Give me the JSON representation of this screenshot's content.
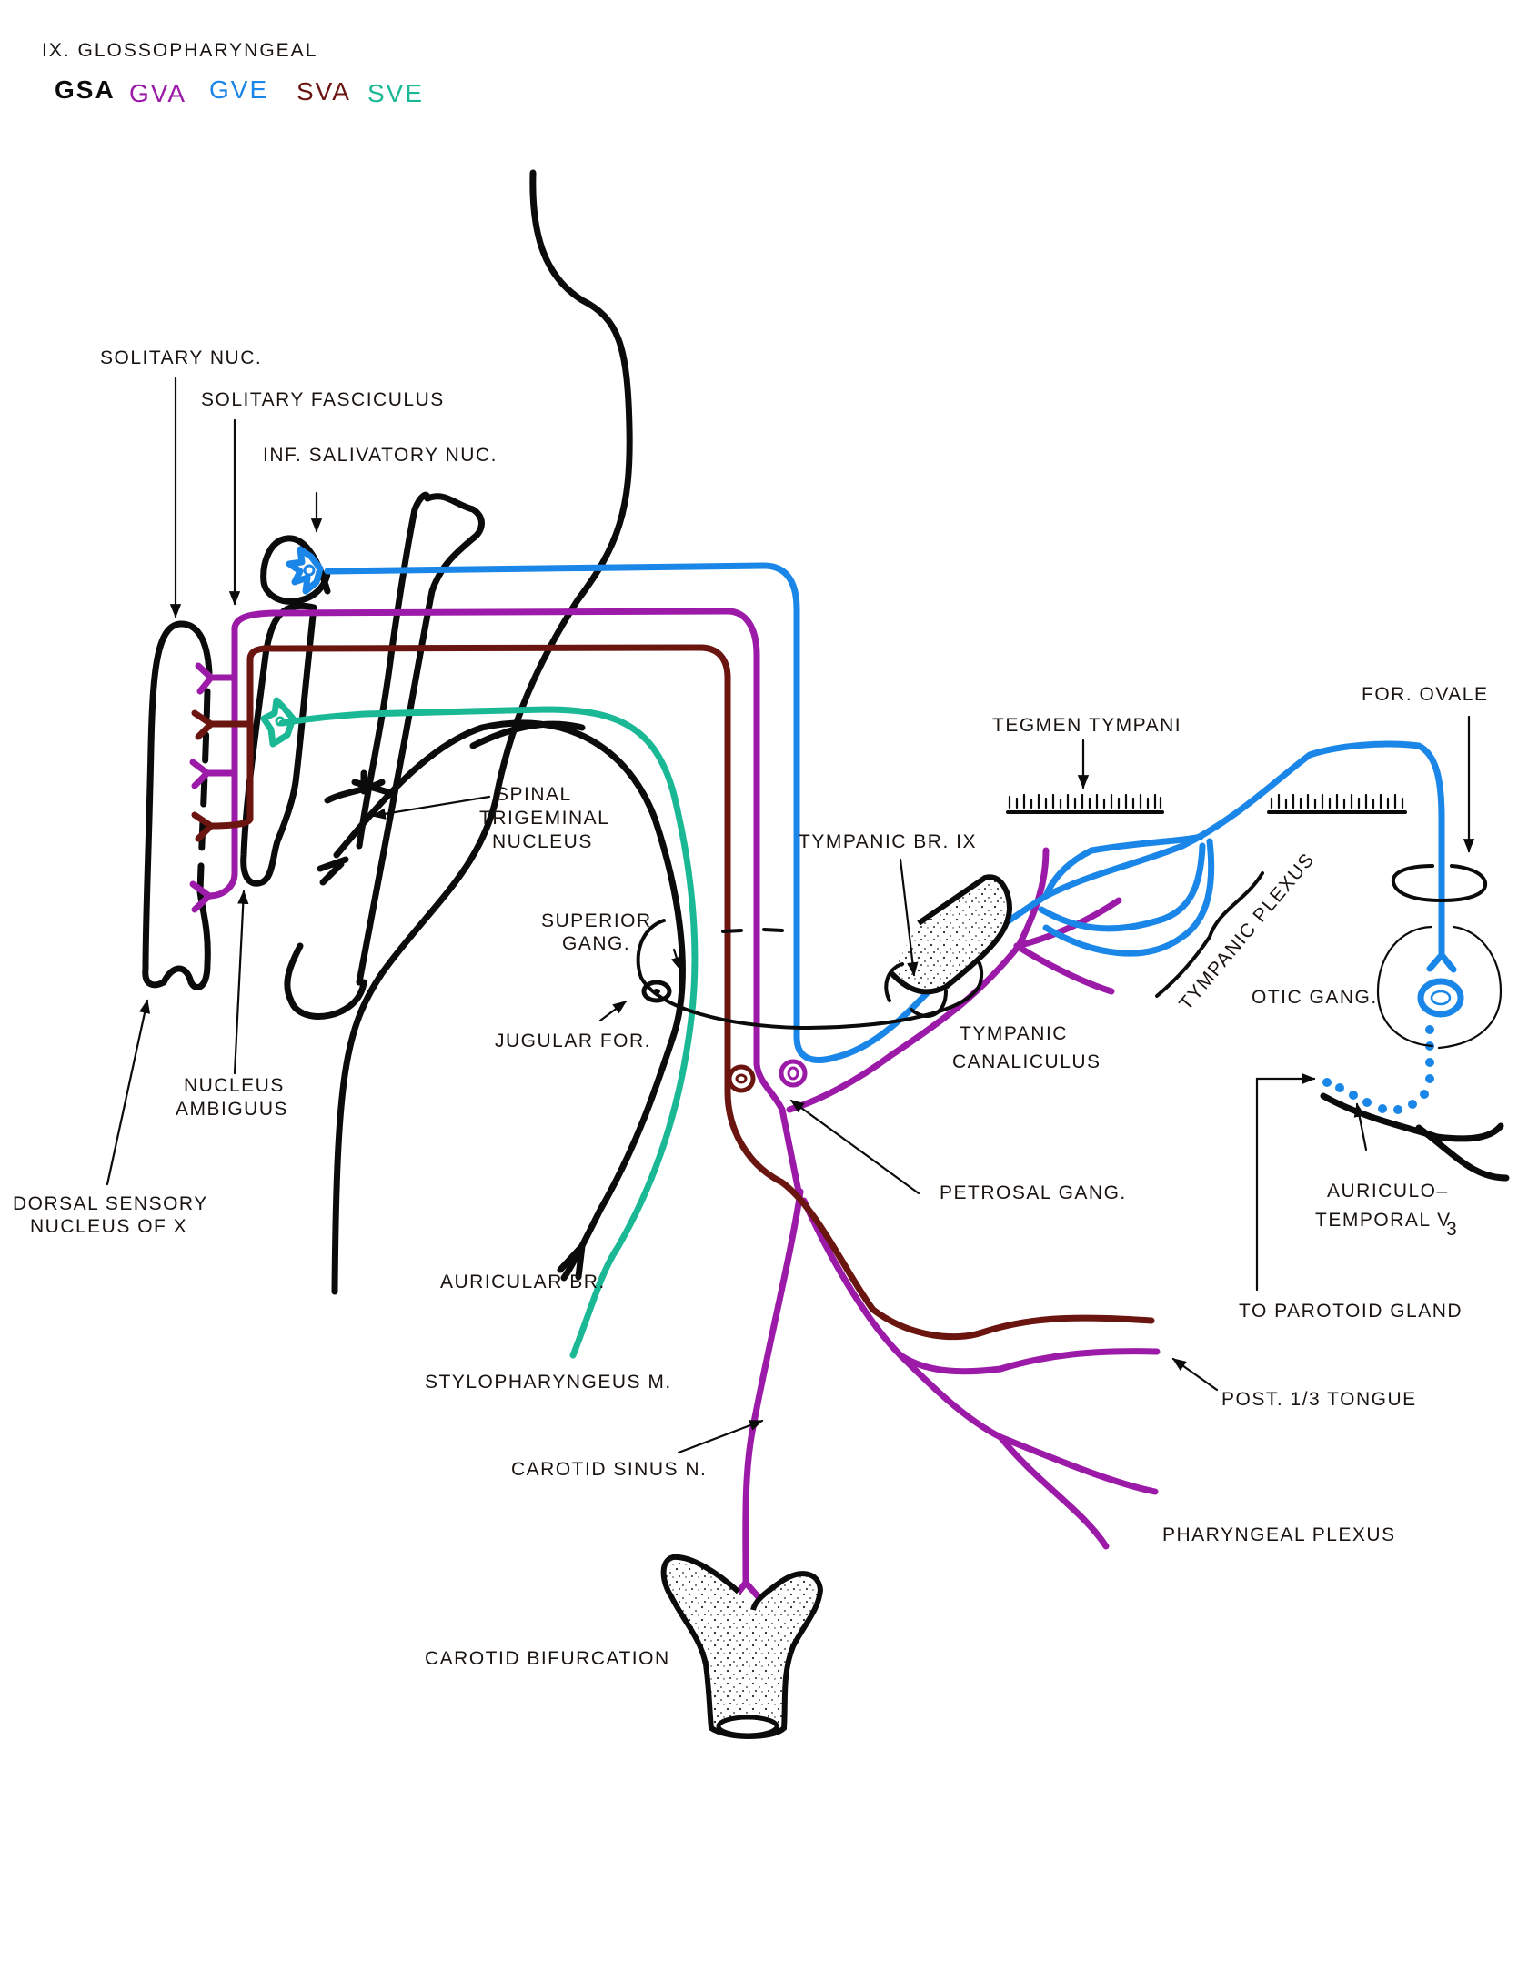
{
  "title": "IX. GLOSSOPHARYNGEAL",
  "legend": [
    {
      "key": "gsa",
      "label": "GSA",
      "color": "#0b0b0b"
    },
    {
      "key": "gva",
      "label": "GVA",
      "color": "#9c1aa8"
    },
    {
      "key": "gve",
      "label": "GVE",
      "color": "#1a86e8"
    },
    {
      "key": "sva",
      "label": "SVA",
      "color": "#6b1510"
    },
    {
      "key": "sve",
      "label": "SVE",
      "color": "#1bb896"
    }
  ],
  "labels": {
    "solitary_nuc": "SOLITARY NUC.",
    "solitary_fasciculus": "SOLITARY FASCICULUS",
    "inf_salivatory_nuc": "INF. SALIVATORY NUC.",
    "spinal_trigeminal_1": "SPINAL",
    "spinal_trigeminal_2": "TRIGEMINAL",
    "spinal_trigeminal_3": "NUCLEUS",
    "superior_gang_1": "SUPERIOR",
    "superior_gang_2": "GANG.",
    "jugular_for": "JUGULAR FOR.",
    "nucleus_ambiguus_1": "NUCLEUS",
    "nucleus_ambiguus_2": "AMBIGUUS",
    "dorsal_sensory_1": "DORSAL SENSORY",
    "dorsal_sensory_2": "NUCLEUS OF X",
    "auricular_br": "AURICULAR BR.",
    "stylopharyngeus": "STYLOPHARYNGEUS M.",
    "carotid_sinus_n": "CAROTID SINUS N.",
    "carotid_bifurcation": "CAROTID BIFURCATION",
    "petrosal_gang": "PETROSAL GANG.",
    "tympanic_br": "TYMPANIC BR. IX",
    "tympanic_canaliculus_1": "TYMPANIC",
    "tympanic_canaliculus_2": "CANALICULUS",
    "tegmen_tympani": "TEGMEN TYMPANI",
    "tympanic_plexus": "TYMPANIC PLEXUS",
    "for_ovale": "FOR. OVALE",
    "otic_gang": "OTIC GANG.",
    "auriculotemporal_1": "AURICULO–",
    "auriculotemporal_2": "TEMPORAL V",
    "auriculotemporal_sub": "3",
    "to_parotoid_gland": "TO PAROTOID GLAND",
    "post_tongue": "POST. 1/3 TONGUE",
    "pharyngeal_plexus": "PHARYNGEAL PLEXUS"
  }
}
